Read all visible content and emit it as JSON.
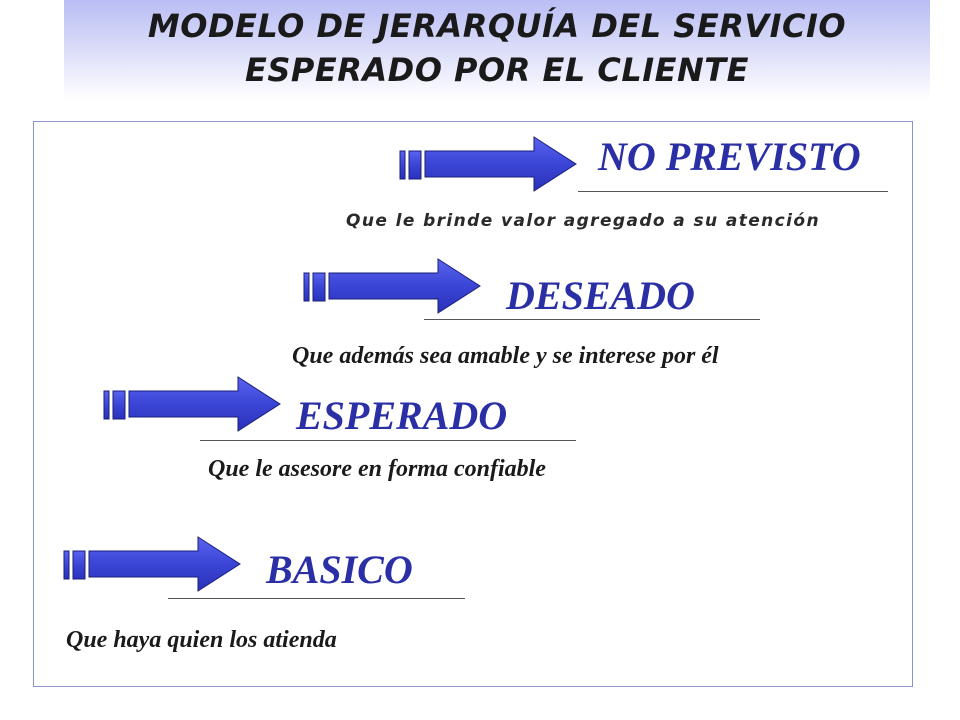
{
  "title": {
    "line1": "MODELO DE  JERARQUÍA DEL SERVICIO",
    "line2": "ESPERADO  POR EL CLIENTE"
  },
  "colors": {
    "arrow": "#3b45d6",
    "arrow_edge": "#1a1f7a",
    "label": "#2a2fa6"
  },
  "levels": [
    {
      "label": "NO PREVISTO",
      "description": "Que le brinde valor agregado a su atención"
    },
    {
      "label": "DESEADO",
      "description": "Que además sea amable y se interese por él"
    },
    {
      "label": "ESPERADO",
      "description": "Que le asesore en forma confiable"
    },
    {
      "label": "BASICO",
      "description": "Que haya quien los atienda"
    }
  ]
}
